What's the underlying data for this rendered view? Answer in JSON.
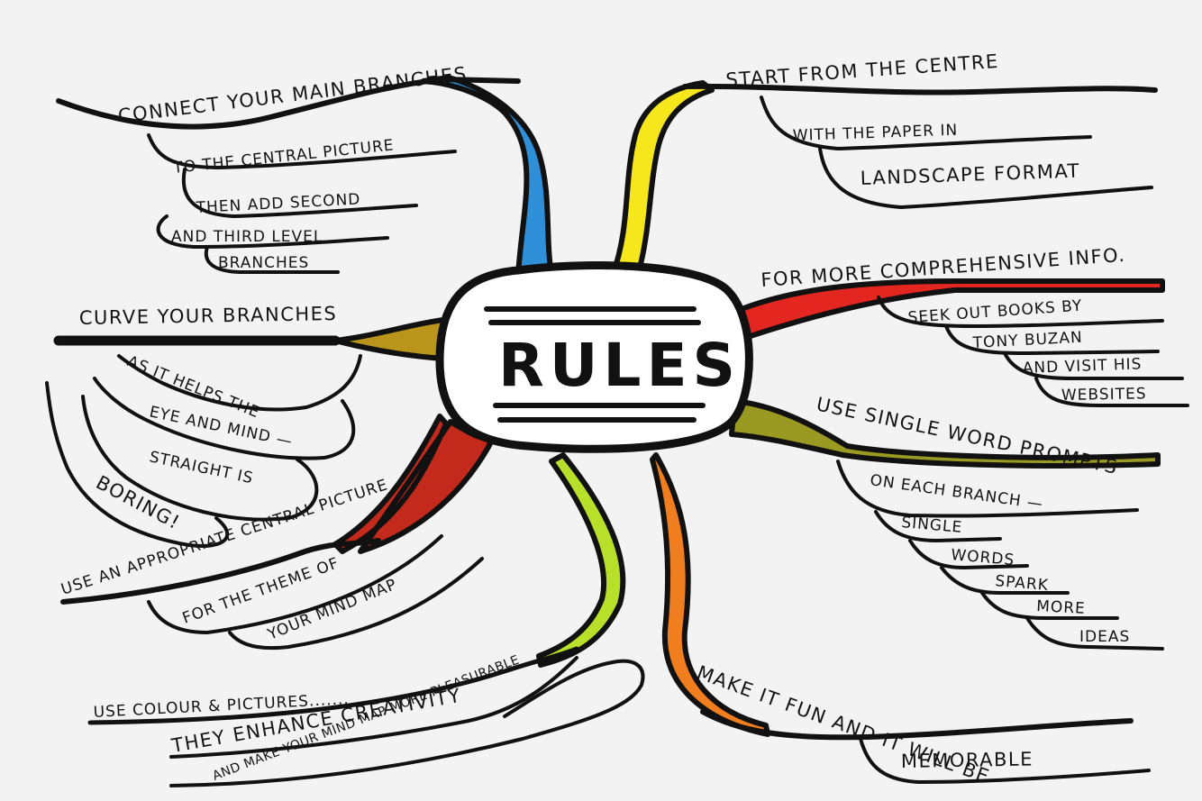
{
  "center": {
    "title": "RULES"
  },
  "colors": {
    "blue": "#2f8fd8",
    "yellow": "#f5e71c",
    "red": "#e3261f",
    "olive": "#9a9a22",
    "ochre": "#b9951b",
    "dark_red": "#c42a1c",
    "lime": "#b8e02a",
    "orange": "#f07d1e"
  },
  "branches": {
    "connect": {
      "l1": "CONNECT YOUR MAIN BRANCHES",
      "l2": "TO THE CENTRAL PICTURE",
      "l3": "THEN ADD SECOND",
      "l4": "AND THIRD LEVEL",
      "l5": "BRANCHES"
    },
    "start": {
      "l1": "START FROM THE CENTRE",
      "l2": "WITH THE PAPER IN",
      "l3": "LANDSCAPE FORMAT"
    },
    "curve": {
      "l1": "CURVE YOUR BRANCHES",
      "l2": "AS IT HELPS THE",
      "l3": "EYE AND MIND —",
      "l4": "STRAIGHT IS",
      "l5": "BORING!"
    },
    "info": {
      "l1": "FOR MORE COMPREHENSIVE INFO.",
      "l2": "SEEK OUT BOOKS BY",
      "l3": "TONY BUZAN",
      "l4": "AND VISIT HIS",
      "l5": "WEBSITES"
    },
    "single": {
      "l1": "USE SINGLE WORD PROMPTS",
      "l2": "ON EACH BRANCH —",
      "l3": "SINGLE",
      "l4": "WORDS",
      "l5": "SPARK",
      "l6": "MORE",
      "l7": "IDEAS"
    },
    "appropriate": {
      "l1": "USE AN APPROPRIATE CENTRAL PICTURE",
      "l2": "FOR THE THEME OF",
      "l3": "YOUR MIND MAP"
    },
    "colour": {
      "l1": "USE COLOUR & PICTURES.......",
      "l2": "THEY ENHANCE CREATIVITY",
      "l3": "AND MAKE YOUR MIND MAP MORE PLEASURABLE"
    },
    "fun": {
      "l1": "MAKE IT FUN AND IT WILL BE",
      "l2": "MEMORABLE"
    }
  }
}
